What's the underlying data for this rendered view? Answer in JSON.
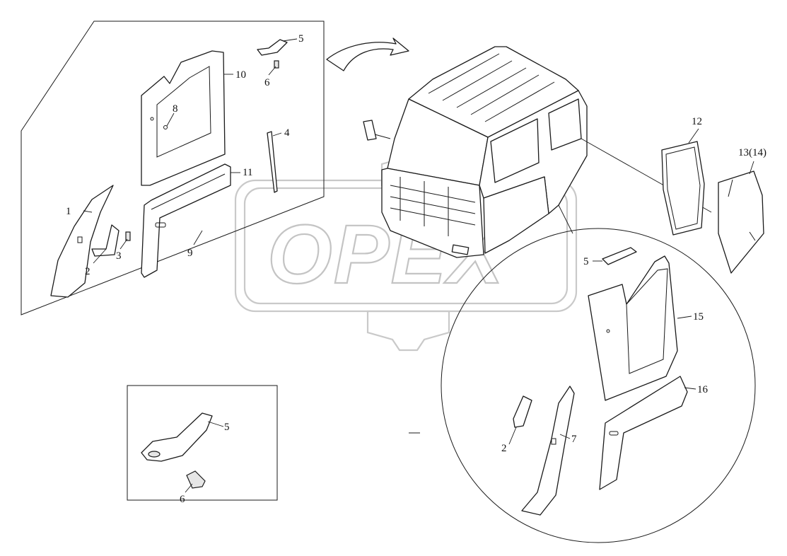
{
  "watermark": {
    "text": "OPEX"
  },
  "callouts": {
    "c1": "1",
    "c2a": "2",
    "c3": "3",
    "c4": "4",
    "c5a": "5",
    "c6a": "6",
    "c8": "8",
    "c9": "9",
    "c10": "10",
    "c11": "11",
    "c12": "12",
    "c13": "13(14)",
    "c5b": "5",
    "c15": "15",
    "c16": "16",
    "c2b": "2",
    "c7": "7",
    "c5c": "5",
    "c6b": "6"
  }
}
